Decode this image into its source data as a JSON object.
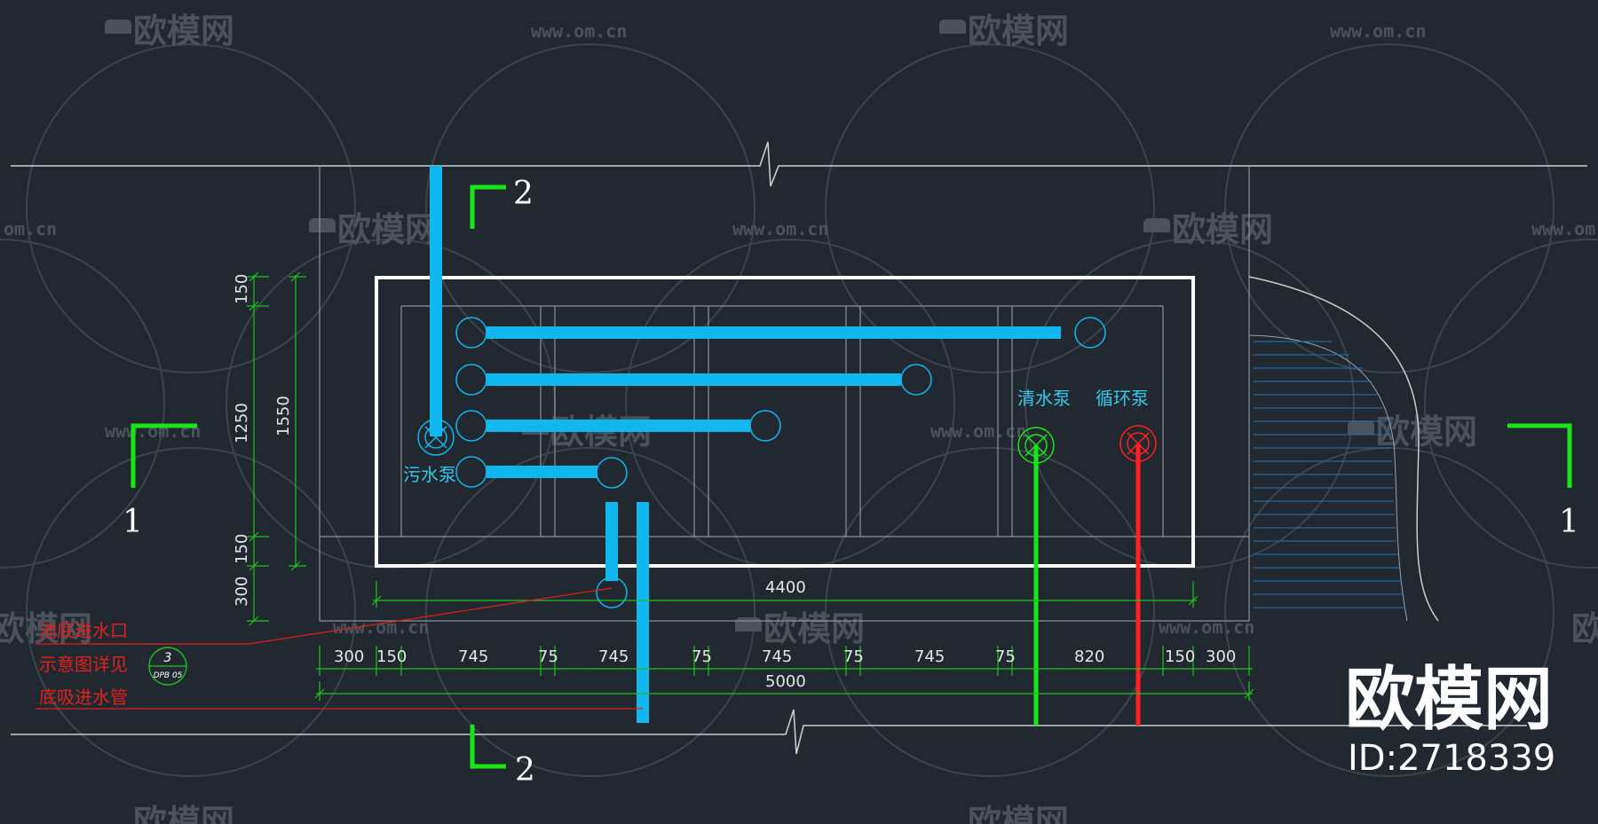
{
  "watermark": {
    "logo_text": "欧模网",
    "url_text": "www.om.cn",
    "url_fragment": "om.cn"
  },
  "brand": {
    "logo": "欧模网",
    "id_text": "ID:2718339"
  },
  "section_marks": {
    "section_1": "1",
    "section_2": "2"
  },
  "labels": {
    "sewage_pump": "污水泵",
    "clear_water_pump": "清水泵",
    "circulation_pump": "循环泵",
    "note_line_1": "池底进水口",
    "note_line_2": "示意图详见",
    "note_line_3": "底吸进水管"
  },
  "detail_callout": {
    "number": "3",
    "sheet": "DPB 05"
  },
  "dimensions": {
    "vertical_left": [
      "150",
      "1250",
      "150",
      "300"
    ],
    "vertical_total": "1550",
    "pool_width": "4400",
    "bottom_chain": [
      "300",
      "150",
      "745",
      "75",
      "745",
      "75",
      "745",
      "75",
      "745",
      "75",
      "820",
      "150",
      "300"
    ],
    "bottom_total": "5000"
  },
  "colors": {
    "background": "#212830",
    "pipe_blue": "#11b8f0",
    "section_green": "#19e619",
    "dim_green": "#1ec21e",
    "pump_red": "#ff2020",
    "label_cyan": "#33c8e8",
    "note_red": "#e02020",
    "outline_white": "#ffffff",
    "line_grey": "#9aa3ad"
  }
}
